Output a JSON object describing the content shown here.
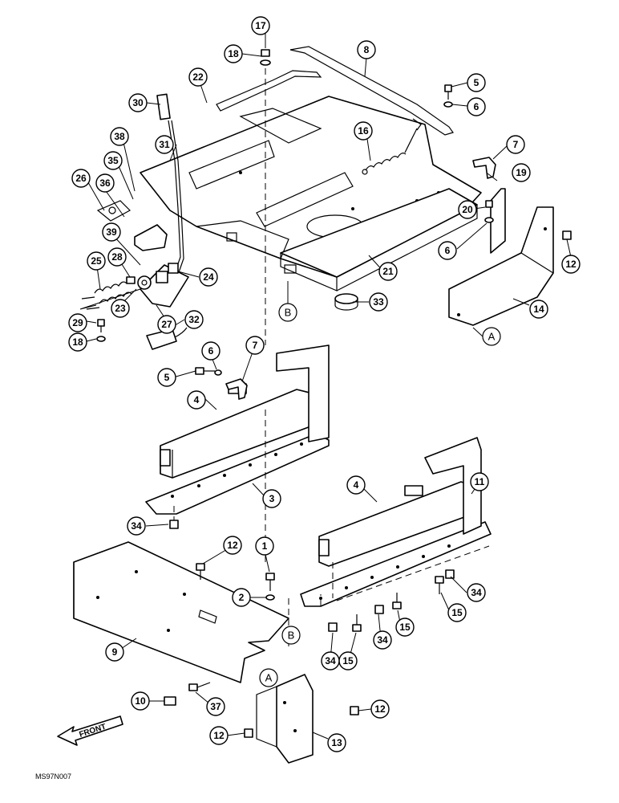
{
  "drawing_code": "MS97N007",
  "front_label": "FRONT",
  "reference_labels": [
    "A",
    "B"
  ],
  "callouts": [
    "1",
    "2",
    "3",
    "4",
    "5",
    "6",
    "7",
    "8",
    "9",
    "10",
    "11",
    "12",
    "13",
    "14",
    "15",
    "16",
    "17",
    "18",
    "19",
    "20",
    "21",
    "22",
    "23",
    "24",
    "25",
    "26",
    "27",
    "28",
    "29",
    "30",
    "31",
    "32",
    "33",
    "34",
    "35",
    "36",
    "37",
    "38",
    "39"
  ]
}
